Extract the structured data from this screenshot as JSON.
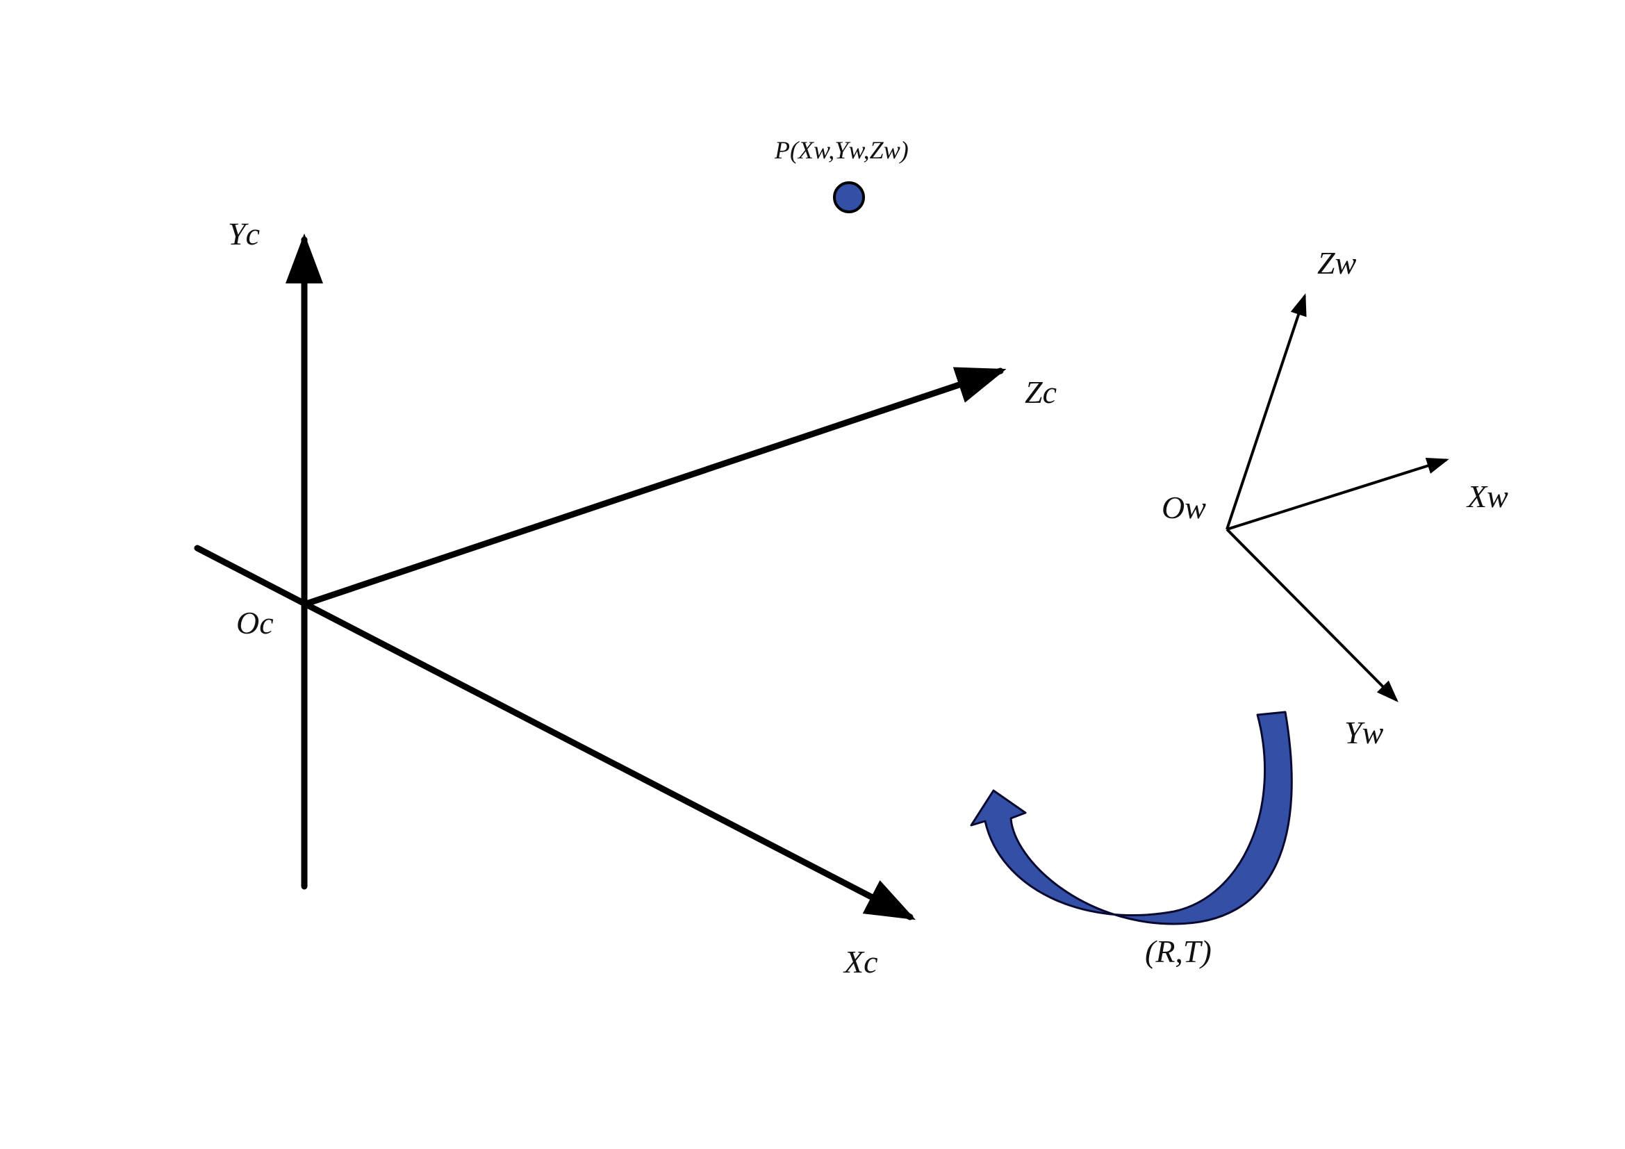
{
  "colors": {
    "stroke": "#000000",
    "accent": "#3350A6",
    "accent_dark": "#1E2F78",
    "background": "#FFFFFF"
  },
  "point": {
    "label": "P(Xw,Yw,Zw)"
  },
  "camera_frame": {
    "origin_label": "Oc",
    "x_label": "Xc",
    "y_label": "Yc",
    "z_label": "Zc"
  },
  "world_frame": {
    "origin_label": "Ow",
    "x_label": "Xw",
    "y_label": "Yw",
    "z_label": "Zw"
  },
  "transform": {
    "label": "(R,T)"
  }
}
